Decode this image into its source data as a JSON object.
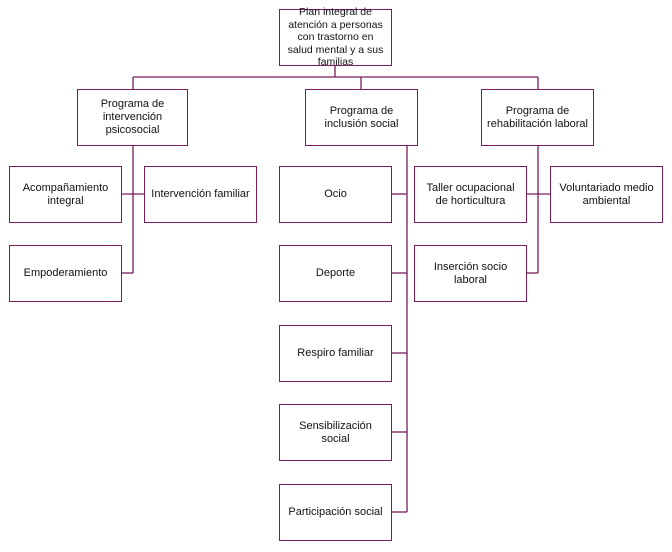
{
  "colors": {
    "border": "#7a1d5c",
    "line": "#7a1d5c",
    "text": "#111111",
    "background": "#ffffff"
  },
  "root": {
    "label": "Plan integral de atención a personas con trastorno en salud mental y a sus familias"
  },
  "programs": [
    {
      "label": "Programa de intervención psicosocial",
      "children": [
        "Acompañamiento integral",
        "Intervención familiar",
        "Empoderamiento"
      ]
    },
    {
      "label": "Programa de inclusión social",
      "children": [
        "Ocio",
        "Deporte",
        "Respiro familiar",
        "Sensibilización social",
        "Participación social"
      ]
    },
    {
      "label": "Programa de rehabilitación laboral",
      "children": [
        "Taller ocupacional de horticultura",
        "Voluntariado medio ambiental",
        "Inserción socio laboral"
      ]
    }
  ]
}
